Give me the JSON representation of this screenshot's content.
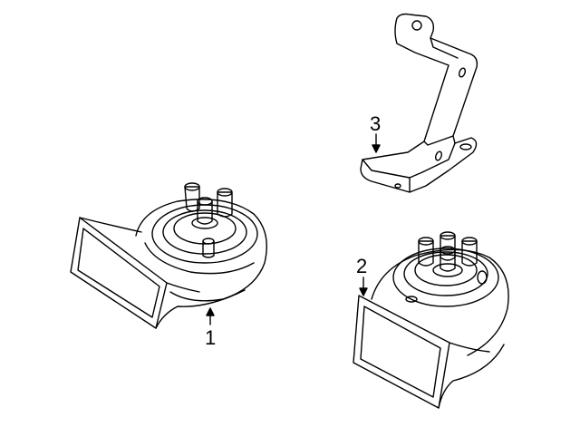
{
  "callouts": {
    "part_1": "1",
    "part_2": "2",
    "part_3": "3"
  },
  "colors": {
    "line": "#000000",
    "background": "#ffffff"
  }
}
